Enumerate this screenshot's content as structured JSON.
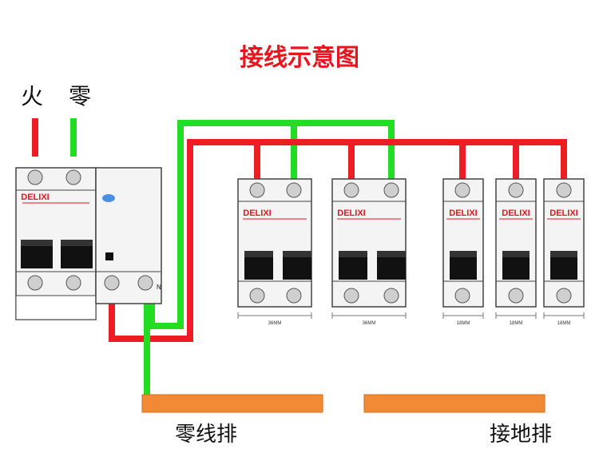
{
  "title": "接线示意图",
  "labels": {
    "live": "火",
    "neutral": "零",
    "neutral_bar": "零线排",
    "ground_bar": "接地排",
    "n_terminal": "N"
  },
  "brand": "DELIXI",
  "breakers": [
    {
      "id": "main",
      "brand": "DELIXI"
    },
    {
      "id": "double-1",
      "brand": "DELIXI",
      "width_label": "36MM"
    },
    {
      "id": "double-2",
      "brand": "DELIXI",
      "width_label": "36MM"
    },
    {
      "id": "single-1",
      "brand": "DELIXI",
      "width_label": "18MM"
    },
    {
      "id": "single-2",
      "brand": "DELIXI",
      "width_label": "18MM"
    },
    {
      "id": "single-3",
      "brand": "DELIXI",
      "width_label": "18MM"
    }
  ],
  "colors": {
    "title": "#e8151f",
    "live_wire": "#ee1c24",
    "neutral_wire": "#22dd22",
    "bus_bar": "#f28a35",
    "breaker_body": "#f4f4f4",
    "breaker_outline": "#444444",
    "switch": "#111111",
    "terminal": "#cfcfcf",
    "indicator": "#4a90e2"
  }
}
